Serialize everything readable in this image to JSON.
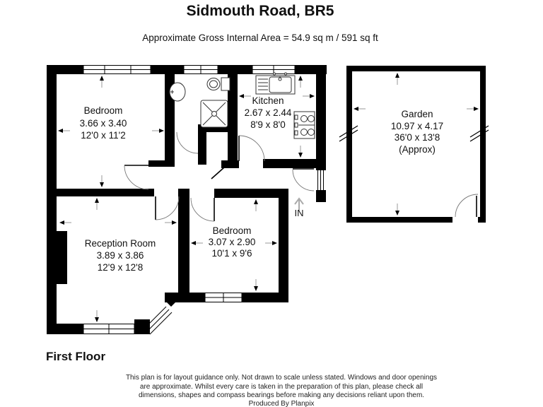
{
  "header": {
    "title": "Sidmouth Road, BR5",
    "subtitle": "Approximate Gross Internal Area = 54.9 sq m / 591 sq ft"
  },
  "rooms": {
    "bedroom1": {
      "name": "Bedroom",
      "metric": "3.66 x 3.40",
      "imperial": "12'0 x 11'2"
    },
    "kitchen": {
      "name": "Kitchen",
      "metric": "2.67 x 2.44",
      "imperial": "8'9 x 8'0"
    },
    "garden": {
      "name": "Garden",
      "metric": "10.97 x 4.17",
      "imperial": "36'0 x 13'8",
      "note": "(Approx)"
    },
    "reception": {
      "name": "Reception Room",
      "metric": "3.89 x 3.86",
      "imperial": "12'9 x 12'8"
    },
    "bedroom2": {
      "name": "Bedroom",
      "metric": "3.07 x 2.90",
      "imperial": "10'1 x 9'6"
    }
  },
  "entrance": {
    "label": "IN"
  },
  "floor_label": "First Floor",
  "disclaimer": {
    "line1": "This plan is for layout guidance only. Not drawn to scale unless stated. Windows and door openings",
    "line2": "are approximate. Whilst every care is taken in the preparation of this plan, please check all",
    "line3": "dimensions, shapes and compass bearings before making any decisions reliant upon them.",
    "produced_by": "Produced By Planpix"
  },
  "colors": {
    "wall": "#000000",
    "background": "#ffffff"
  }
}
